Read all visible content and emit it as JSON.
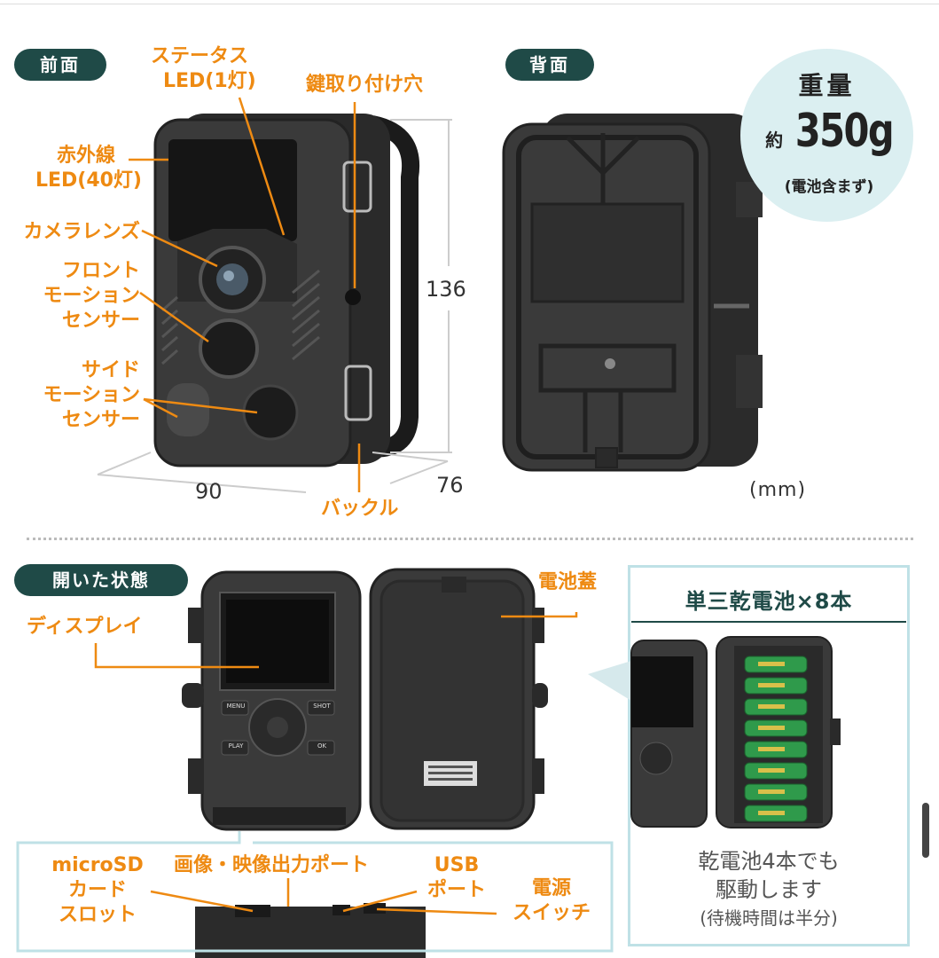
{
  "sections": {
    "front": "前面",
    "back": "背面",
    "open": "開いた状態"
  },
  "front_labels": {
    "status_led_1": "ステータス",
    "status_led_2": "LED(1灯)",
    "keyhole": "鍵取り付け穴",
    "ir_1": "赤外線",
    "ir_2": "LED(40灯)",
    "lens": "カメラレンズ",
    "front_sensor_1": "フロント",
    "front_sensor_2": "モーションセンサー",
    "front_sensor_2a": "モーション",
    "front_sensor_2b": "センサー",
    "side_sensor_1": "サイド",
    "side_sensor_2a": "モーション",
    "side_sensor_2b": "センサー",
    "buckle": "バックル"
  },
  "dimensions": {
    "height": "136",
    "width": "90",
    "depth": "76",
    "unit": "(mm)"
  },
  "weight": {
    "label": "重量",
    "prefix": "約",
    "value": "350g",
    "note": "(電池含まず)"
  },
  "open_labels": {
    "display": "ディスプレイ",
    "battery_cover": "電池蓋",
    "microsd_1": "microSD",
    "microsd_2": "カード",
    "microsd_3": "スロット",
    "av_out": "画像・映像出力ポート",
    "usb_1": "USB",
    "usb_2": "ポート",
    "power_1": "電源",
    "power_2": "スイッチ"
  },
  "battery_box": {
    "title": "単三乾電池×8本",
    "note_1": "乾電池4本でも",
    "note_2": "駆動します",
    "note_3": "(待機時間は半分)"
  },
  "buttons": {
    "menu": "MENU",
    "shot": "SHOT",
    "play": "PLAY",
    "ok": "OK"
  }
}
